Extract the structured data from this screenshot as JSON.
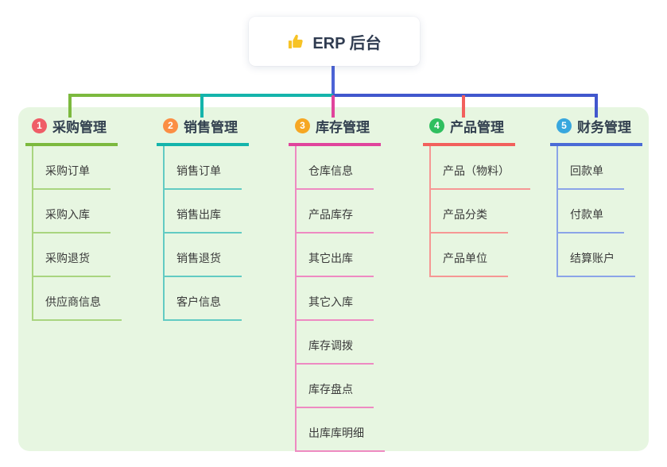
{
  "root": {
    "title": "ERP 后台",
    "icon": "thumbs-up-icon",
    "icon_color": "#f7c325"
  },
  "connectors": {
    "root_blue": "#4c63d6",
    "bus_green": "#7cb93e",
    "bus_teal": "#14b4ab",
    "bus_blue": "#4157cd",
    "drop_magenta": "#e0449c",
    "drop_red": "#f2605c"
  },
  "panel_color": "#e7f6e1",
  "branches": [
    {
      "index": "1",
      "title": "采购管理",
      "badge_color": "#ef5d67",
      "accent": "#7cb93e",
      "light": "#a9d57f",
      "children": [
        "采购订单",
        "采购入库",
        "采购退货",
        "供应商信息"
      ]
    },
    {
      "index": "2",
      "title": "销售管理",
      "badge_color": "#fb8e44",
      "accent": "#14b4ab",
      "light": "#62cbc3",
      "children": [
        "销售订单",
        "销售出库",
        "销售退货",
        "客户信息"
      ]
    },
    {
      "index": "3",
      "title": "库存管理",
      "badge_color": "#f6a723",
      "accent": "#e0449c",
      "light": "#ee8ac2",
      "children": [
        "仓库信息",
        "产品库存",
        "其它出库",
        "其它入库",
        "库存调拨",
        "库存盘点",
        "出库库明细"
      ]
    },
    {
      "index": "4",
      "title": "产品管理",
      "badge_color": "#2fbf5f",
      "accent": "#f2605c",
      "light": "#f69794",
      "children": [
        "产品（物料）",
        "产品分类",
        "产品单位"
      ]
    },
    {
      "index": "5",
      "title": "财务管理",
      "badge_color": "#38a7de",
      "accent": "#4a6bd6",
      "light": "#8ba4e8",
      "children": [
        "回款单",
        "付款单",
        "结算账户"
      ]
    }
  ]
}
